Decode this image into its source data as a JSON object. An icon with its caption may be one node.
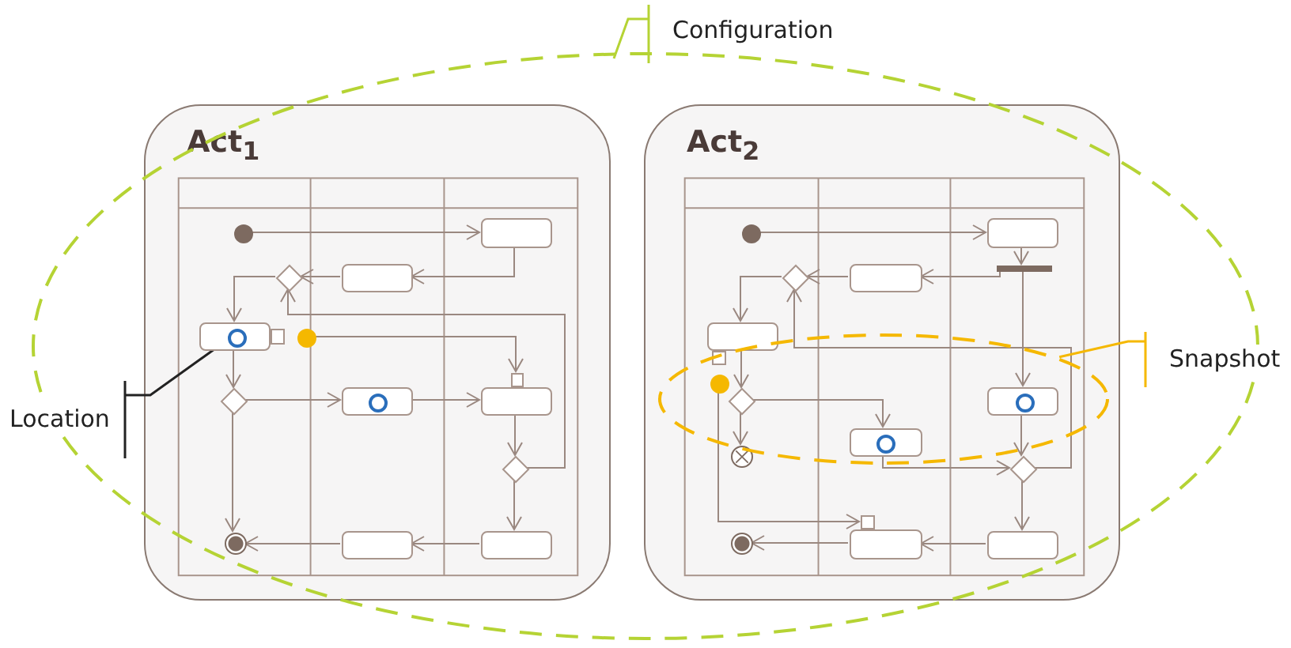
{
  "diagram": {
    "nodes": [
      {
        "text": [
          "Configuration"
        ]
      },
      {
        "text": [
          "Act$_{1}$"
        ]
      },
      {
        "text": [],
        "shape": "circle",
        "in": 1
      },
      {
        "text": [],
        "shape": "box",
        "in": 1
      },
      {
        "text": [],
        "shape": "box",
        "in": 1
      },
      {
        "text": [],
        "shape": "diamond",
        "in": 1
      },
      {
        "text": [],
        "shape": "box",
        "in": 1
      },
      {
        "text": [],
        "shape": "circle",
        "in": 6
      },
      {
        "text": [],
        "shape": "box",
        "in": 1
      },
      {
        "text": [],
        "shape": "circle",
        "in": 1
      },
      {
        "text": [],
        "shape": "diamond",
        "in": 1
      },
      {
        "text": [],
        "shape": "box",
        "in": 1
      },
      {
        "text": [],
        "shape": "circle",
        "in": 11
      },
      {
        "text": [],
        "shape": "box",
        "in": 1
      },
      {
        "text": [],
        "shape": "box",
        "in": 1
      },
      {
        "text": [],
        "shape": "diamond",
        "in": 1
      },
      {
        "text": [],
        "shape": "box",
        "in": 1
      },
      {
        "text": [],
        "shape": "box",
        "in": 1
      },
      {
        "text": [],
        "shape": "circle",
        "in": 1
      },
      {
        "text": [
          "Location"
        ]
      },
      {
        "text": [
          "Act$_{2}$"
        ]
      },
      {
        "text": [],
        "shape": "circle",
        "in": 20
      },
      {
        "text": [],
        "shape": "box",
        "in": 20
      },
      {
        "text": [],
        "shape": "bar",
        "in": 20
      },
      {
        "text": [],
        "shape": "box",
        "in": 20
      },
      {
        "text": [],
        "shape": "diamond",
        "in": 20
      },
      {
        "text": [],
        "shape": "box",
        "in": 20
      },
      {
        "text": [],
        "shape": "ellipse",
        "in": 20
      },
      {
        "text": [],
        "shape": "box",
        "in": 27
      },
      {
        "text": [],
        "shape": "circle",
        "in": 27
      },
      {
        "text": [],
        "shape": "diamond",
        "in": 27
      },
      {
        "text": [],
        "shape": "box",
        "in": 27
      },
      {
        "text": [],
        "shape": "circle",
        "in": 31
      },
      {
        "text": [],
        "shape": "box",
        "in": 27
      },
      {
        "text": [],
        "shape": "circle",
        "in": 33
      },
      {
        "text": [],
        "shape": "circle",
        "in": 20
      },
      {
        "text": [],
        "shape": "diamond",
        "in": 20
      },
      {
        "text": [],
        "shape": "box",
        "in": 20
      },
      {
        "text": [],
        "shape": "box",
        "in": 20
      },
      {
        "text": [],
        "shape": "box",
        "in": 20
      },
      {
        "text": [],
        "shape": "circle",
        "in": 20
      },
      {
        "text": [
          "Snapshot"
        ]
      }
    ],
    "edges": [
      {
        "from": 2,
        "to": 3,
        "arrow": "to"
      },
      {
        "from": 3,
        "to": 4,
        "arrow": "to"
      },
      {
        "from": 4,
        "to": 5,
        "arrow": "to"
      },
      {
        "from": 5,
        "to": 6,
        "arrow": "to"
      },
      {
        "from": 6,
        "to": 10,
        "arrow": "to"
      },
      {
        "from": 9,
        "to": 13,
        "arrow": "to"
      },
      {
        "from": 10,
        "to": 11,
        "arrow": "to"
      },
      {
        "from": 10,
        "to": 18,
        "arrow": "to"
      },
      {
        "from": 11,
        "to": 14,
        "arrow": "to"
      },
      {
        "from": 14,
        "to": 15,
        "arrow": "to"
      },
      {
        "from": 15,
        "to": 5,
        "arrow": "to"
      },
      {
        "from": 15,
        "to": 16,
        "arrow": "to"
      },
      {
        "from": 16,
        "to": 17,
        "arrow": "to"
      },
      {
        "from": 17,
        "to": 18,
        "arrow": "to"
      },
      {
        "from": 21,
        "to": 22,
        "arrow": "to"
      },
      {
        "from": 22,
        "to": 23,
        "arrow": "to"
      },
      {
        "from": 23,
        "to": 24,
        "arrow": "to"
      },
      {
        "from": 23,
        "to": 33,
        "arrow": "to"
      },
      {
        "from": 24,
        "to": 25,
        "arrow": "to"
      },
      {
        "from": 25,
        "to": 26,
        "arrow": "to"
      },
      {
        "from": 26,
        "to": 30,
        "arrow": "to"
      },
      {
        "from": 30,
        "to": 31,
        "arrow": "to"
      },
      {
        "from": 30,
        "to": 35,
        "arrow": "to"
      },
      {
        "from": 29,
        "to": 38,
        "arrow": "to"
      },
      {
        "from": 31,
        "to": 36,
        "arrow": "to"
      },
      {
        "from": 33,
        "to": 36,
        "arrow": "to"
      },
      {
        "from": 36,
        "to": 25,
        "arrow": "to"
      },
      {
        "from": 36,
        "to": 37,
        "arrow": "to"
      },
      {
        "from": 37,
        "to": 39,
        "arrow": "to"
      },
      {
        "from": 39,
        "to": 40,
        "arrow": "to"
      },
      {
        "from": 0,
        "to": null,
        "arrow": "none",
        "color": "#b5d334"
      },
      {
        "from": 19,
        "to": 7,
        "arrow": "none",
        "color": "#222222"
      },
      {
        "from": 41,
        "to": 27,
        "arrow": "none",
        "color": "#f5b800"
      }
    ]
  }
}
